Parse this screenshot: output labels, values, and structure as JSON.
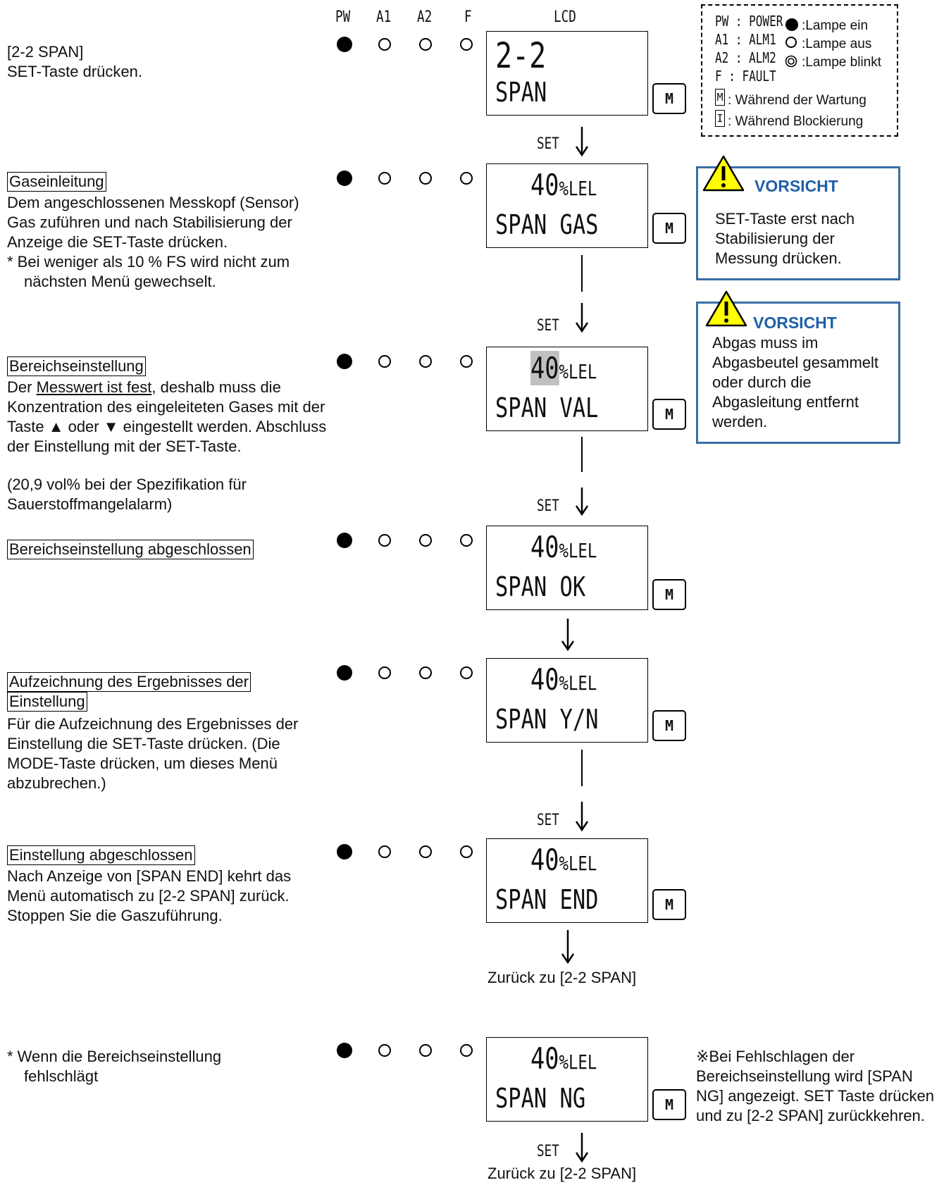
{
  "header": {
    "pw": "PW",
    "a1": "A1",
    "a2": "A2",
    "f": "F",
    "lcd": "LCD"
  },
  "legend": {
    "pw": "PW : POWER",
    "a1": "A1 : ALM1",
    "a2": "A2 : ALM2",
    "f": "F  : FAULT",
    "lamp_on": "Lampe ein",
    "lamp_off": "Lampe aus",
    "lamp_blink": "Lampe blinkt",
    "m_icon": "M",
    "m_desc": "Während der Wartung",
    "i_icon": "I",
    "i_desc": "Während Blockierung"
  },
  "mode_button": "M",
  "set_label": "SET",
  "steps": [
    {
      "title": "[2-2 SPAN]",
      "desc": "SET-Taste drücken.",
      "lcd_top": "2-2",
      "lcd_bottom": "SPAN"
    },
    {
      "title": "Gaseinleitung",
      "desc": "Dem angeschlossenen Messkopf (Sensor) Gas zuführen und nach Stabilisierung der Anzeige die SET-Taste drücken.",
      "note": "* Bei weniger als 10 % FS wird nicht zum nächsten Menü gewechselt.",
      "lcd_value": "40",
      "lcd_unit": "%LEL",
      "lcd_bottom": "SPAN GAS"
    },
    {
      "title": "Bereichseinstellung",
      "desc_pre": "Der ",
      "desc_underline": "Messwert ist fest",
      "desc_post": ", deshalb muss die Konzentration des eingeleiteten Gases mit der Taste ▲ oder ▼ eingestellt werden. Abschluss der Einstellung mit der SET-Taste.",
      "desc_extra": "(20,9 vol% bei der Spezifikation für Sauerstoffmangelalarm)",
      "lcd_value": "40",
      "lcd_unit": "%LEL",
      "lcd_bottom": "SPAN VAL"
    },
    {
      "title": "Bereichseinstellung abgeschlossen",
      "lcd_value": "40",
      "lcd_unit": "%LEL",
      "lcd_bottom": "SPAN OK"
    },
    {
      "title_line1": "Aufzeichnung des Ergebnisses der",
      "title_line2": "Einstellung",
      "desc": "Für die Aufzeichnung des Ergebnisses der Einstellung die SET-Taste drücken. (Die MODE-Taste drücken, um dieses Menü abzubrechen.)",
      "lcd_value": "40",
      "lcd_unit": "%LEL",
      "lcd_bottom": "SPAN Y/N"
    },
    {
      "title": "Einstellung abgeschlossen",
      "desc": "Nach Anzeige von [SPAN END] kehrt das Menü automatisch zu [2-2 SPAN] zurück. Stoppen Sie die Gaszuführung.",
      "lcd_value": "40",
      "lcd_unit": "%LEL",
      "lcd_bottom": "SPAN END",
      "return_text": "Zurück zu [2-2 SPAN]"
    },
    {
      "note": "* Wenn die Bereichseinstellung fehlschlägt",
      "lcd_value": "40",
      "lcd_unit": "%LEL",
      "lcd_bottom": "SPAN NG",
      "side_note": "※Bei Fehlschlagen der Bereichseinstellung wird [SPAN NG] angezeigt. SET Taste drücken und zu [2-2 SPAN] zurückkehren.",
      "return_text": "Zurück zu [2-2 SPAN]"
    }
  ],
  "caution1": {
    "title": "VORSICHT",
    "body": "SET-Taste erst nach Stabilisierung der Messung drücken."
  },
  "caution2": {
    "title": "VORSICHT",
    "body": "Abgas muss im Abgasbeutel gesammelt oder durch die Abgasleitung entfernt werden."
  }
}
